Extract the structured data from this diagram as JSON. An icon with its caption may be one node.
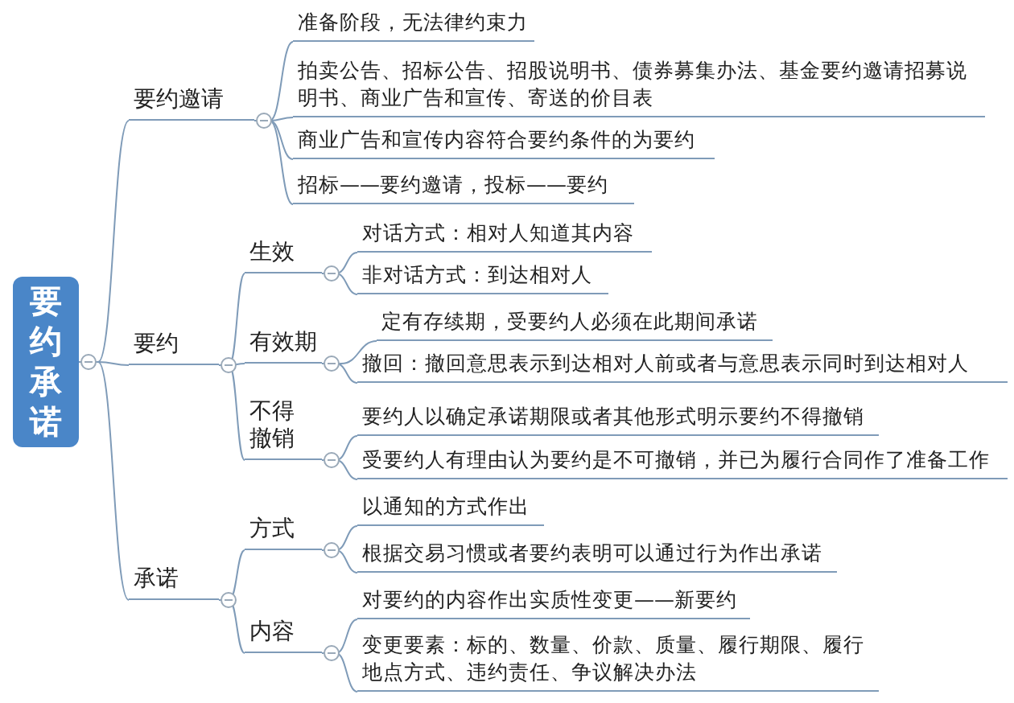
{
  "diagram": {
    "nodes": [
      {
        "text": [
          "要约承诺"
        ]
      },
      {
        "text": [
          "要约邀请"
        ]
      },
      {
        "text": [
          "准备阶段，无法律约束力"
        ]
      },
      {
        "text": [
          "拍卖公告、招标公告、招股说明书、债券募集办法、基金要约邀请招募说明书、商业广告和宣传、寄送的价目表"
        ]
      },
      {
        "text": [
          "商业广告和宣传内容符合要约条件的为要约"
        ]
      },
      {
        "text": [
          "招标——要约邀请，投标——要约"
        ]
      },
      {
        "text": [
          "要约"
        ]
      },
      {
        "text": [
          "生效"
        ]
      },
      {
        "text": [
          "对话方式：相对人知道其内容"
        ]
      },
      {
        "text": [
          "非对话方式：到达相对人"
        ]
      },
      {
        "text": [
          "有效期"
        ]
      },
      {
        "text": [
          "定有存续期，受要约人必须在此期间承诺"
        ]
      },
      {
        "text": [
          "撤回：撤回意思表示到达相对人前或者与意思表示同时到达相对人"
        ]
      },
      {
        "text": [
          "不得撤销"
        ]
      },
      {
        "text": [
          "要约人以确定承诺期限或者其他形式明示要约不得撤销"
        ]
      },
      {
        "text": [
          "受要约人有理由认为要约是不可撤销，并已为履行合同作了准备工作"
        ]
      },
      {
        "text": [
          "承诺"
        ]
      },
      {
        "text": [
          "方式"
        ]
      },
      {
        "text": [
          "以通知的方式作出"
        ]
      },
      {
        "text": [
          "根据交易习惯或者要约表明可以通过行为作出承诺"
        ]
      },
      {
        "text": [
          "内容"
        ]
      },
      {
        "text": [
          "对要约的内容作出实质性变更——新要约"
        ]
      },
      {
        "text": [
          "变更要素：标的、数量、价款、质量、履行期限、履行地点方式、违约责任、争议解决办法"
        ]
      }
    ],
    "edges": [
      {
        "from": 0,
        "to": 1,
        "arrow": "none"
      },
      {
        "from": 1,
        "to": 2,
        "arrow": "none"
      },
      {
        "from": 1,
        "to": 3,
        "arrow": "none"
      },
      {
        "from": 1,
        "to": 4,
        "arrow": "none"
      },
      {
        "from": 1,
        "to": 5,
        "arrow": "none"
      },
      {
        "from": 0,
        "to": 6,
        "arrow": "none"
      },
      {
        "from": 6,
        "to": 7,
        "arrow": "none"
      },
      {
        "from": 7,
        "to": 8,
        "arrow": "none"
      },
      {
        "from": 7,
        "to": 9,
        "arrow": "none"
      },
      {
        "from": 6,
        "to": 10,
        "arrow": "none"
      },
      {
        "from": 10,
        "to": 11,
        "arrow": "none"
      },
      {
        "from": 10,
        "to": 12,
        "arrow": "none"
      },
      {
        "from": 6,
        "to": 13,
        "arrow": "none"
      },
      {
        "from": 13,
        "to": 14,
        "arrow": "none"
      },
      {
        "from": 13,
        "to": 15,
        "arrow": "none"
      },
      {
        "from": 0,
        "to": 16,
        "arrow": "none"
      },
      {
        "from": 16,
        "to": 17,
        "arrow": "none"
      },
      {
        "from": 17,
        "to": 18,
        "arrow": "none"
      },
      {
        "from": 17,
        "to": 19,
        "arrow": "none"
      },
      {
        "from": 16,
        "to": 20,
        "arrow": "none"
      },
      {
        "from": 20,
        "to": 21,
        "arrow": "none"
      },
      {
        "from": 20,
        "to": 22,
        "arrow": "none"
      }
    ]
  }
}
